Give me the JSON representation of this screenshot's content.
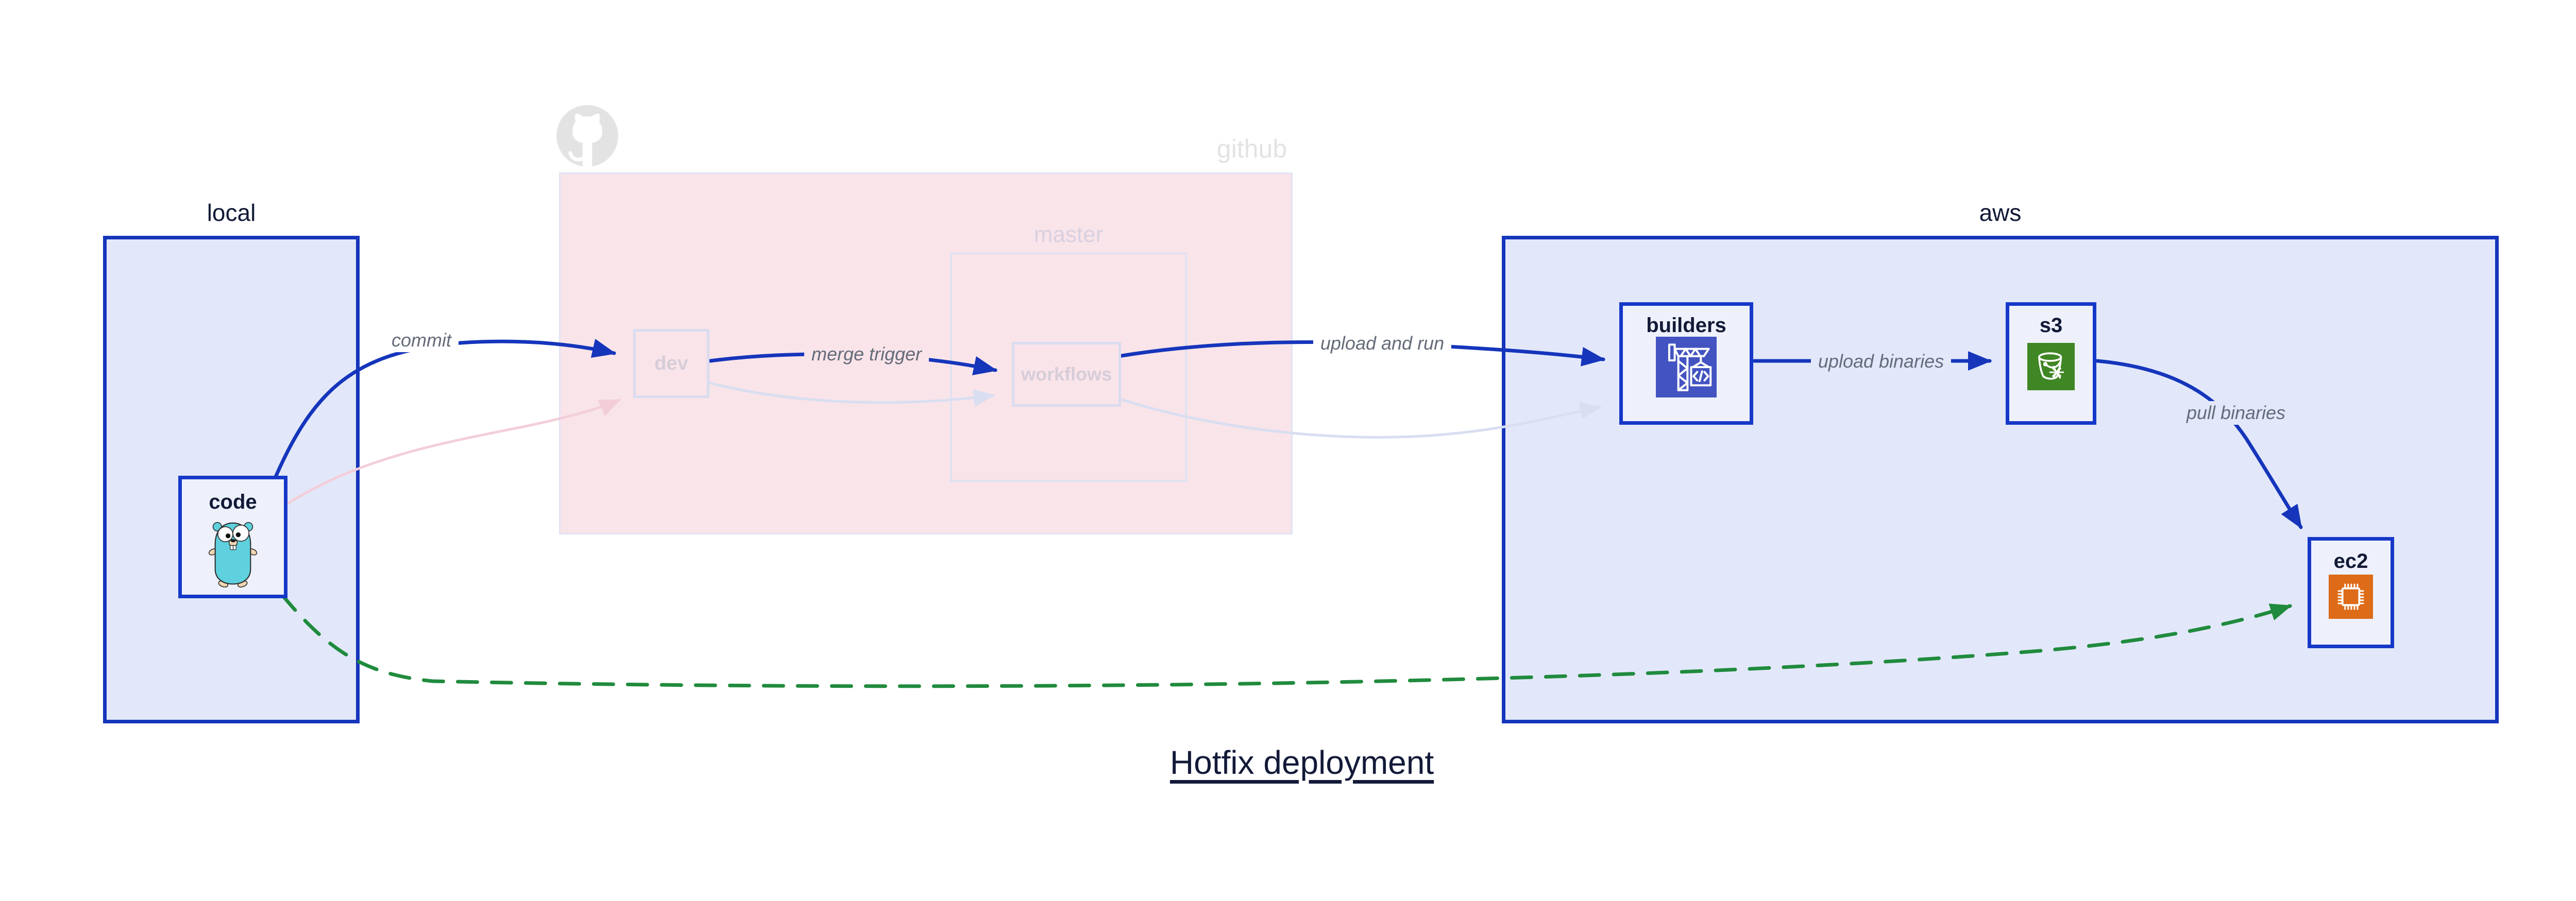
{
  "diagram_title": "Hotfix deployment",
  "containers": {
    "local": {
      "label": "local"
    },
    "github": {
      "label": "github"
    },
    "master": {
      "label": "master"
    },
    "aws": {
      "label": "aws"
    }
  },
  "nodes": {
    "code": {
      "label": "code",
      "icon": "go-gopher-icon"
    },
    "dev": {
      "label": "dev"
    },
    "workflows": {
      "label": "workflows"
    },
    "builders": {
      "label": "builders",
      "icon": "aws-codebuild-crane-icon"
    },
    "s3": {
      "label": "s3",
      "icon": "aws-s3-glacier-bucket-icon"
    },
    "ec2": {
      "label": "ec2",
      "icon": "aws-ec2-chip-icon"
    }
  },
  "decorations": {
    "octocat": "github-octocat-icon"
  },
  "edges": [
    {
      "from": "code",
      "to": "dev",
      "label": "commit",
      "style": "solid-blue"
    },
    {
      "from": "dev",
      "to": "workflows",
      "label": "merge trigger",
      "style": "solid-blue"
    },
    {
      "from": "workflows",
      "to": "builders",
      "label": "upload and run",
      "style": "solid-blue"
    },
    {
      "from": "builders",
      "to": "s3",
      "label": "upload binaries",
      "style": "solid-blue"
    },
    {
      "from": "s3",
      "to": "ec2",
      "label": "pull binaries",
      "style": "solid-blue"
    },
    {
      "from": "code",
      "to": "ec2",
      "label": "",
      "style": "dashed-green"
    },
    {
      "from": "code",
      "to": "dev",
      "label": "",
      "style": "faded-pink"
    },
    {
      "from": "dev",
      "to": "workflows",
      "label": "",
      "style": "faded-lavender"
    },
    {
      "from": "workflows",
      "to": "builders",
      "label": "",
      "style": "faded-lavender"
    }
  ],
  "colors": {
    "accent_blue": "#1535bb",
    "container_fill_blue": "#e2e8fa",
    "node_fill": "#eef1fc",
    "container_fill_pink": "#f9e4ea",
    "faded_border": "#d9dcef",
    "faded_text": "#d6cdd8",
    "github_gray": "#e3e3e3",
    "edge_label_gray": "#646b79",
    "hotfix_green": "#208b3d",
    "codebuild_indigo": "#4353c1",
    "s3_green": "#3f8624",
    "ec2_orange": "#dd6b17",
    "dark_navy_text": "#111936"
  }
}
